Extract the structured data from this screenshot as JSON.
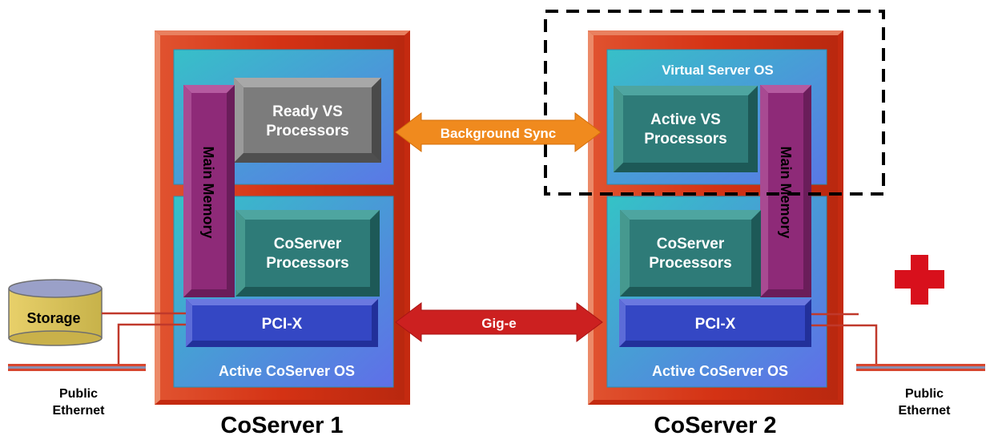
{
  "coserver1": {
    "title": "CoServer 1",
    "ready_vs_line1": "Ready VS",
    "ready_vs_line2": "Processors",
    "main_memory": "Main Memory",
    "coserver_proc_line1": "CoServer",
    "coserver_proc_line2": "Processors",
    "pcix": "PCI-X",
    "os": "Active CoServer OS"
  },
  "coserver2": {
    "title": "CoServer 2",
    "virtual_server_os": "Virtual Server OS",
    "active_vs_line1": "Active VS",
    "active_vs_line2": "Processors",
    "main_memory": "Main Memory",
    "coserver_proc_line1": "CoServer",
    "coserver_proc_line2": "Processors",
    "pcix": "PCI-X",
    "os": "Active CoServer OS"
  },
  "links": {
    "background_sync": "Background Sync",
    "gig_e": "Gig-e"
  },
  "storage": "Storage",
  "public_ethernet_left": {
    "line1": "Public",
    "line2": "Ethernet"
  },
  "public_ethernet_right": {
    "line1": "Public",
    "line2": "Ethernet"
  },
  "icons": {
    "failure_marker": "red-cross-icon"
  },
  "colors": {
    "server_frame": "#d8381a",
    "server_frame_light": "#e86a50",
    "panel_teal": "#3aa9c9",
    "panel_blue": "#4d7fe0",
    "memory_purple": "#8e2a78",
    "processor_teal": "#2e7b78",
    "processor_gray": "#7a7a7a",
    "pcix_blue": "#3044c2",
    "sync_orange": "#f08a1e",
    "gige_red": "#cc2020",
    "cross_red": "#d8101c"
  }
}
